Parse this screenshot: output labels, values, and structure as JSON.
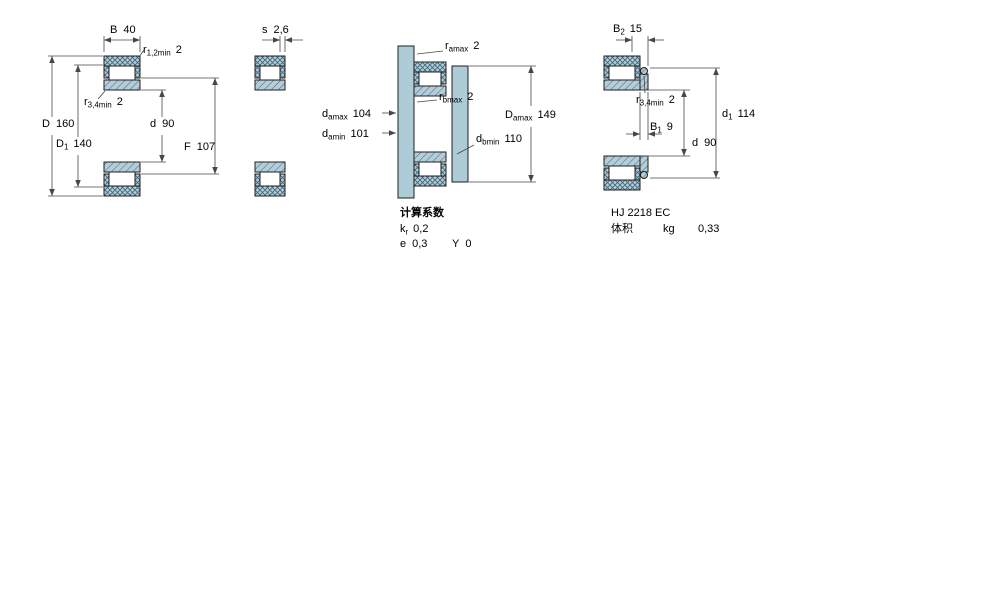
{
  "drawing": {
    "colors": {
      "ring_fill": "#aecbd8",
      "hatch_line": "#44687a",
      "outline": "#1f1f1f",
      "dimension_line": "#474747",
      "text": "#000000",
      "background": "#ffffff"
    },
    "fig1": {
      "B": {
        "sym": "B",
        "val": "40"
      },
      "r12": {
        "sym": "r",
        "sub": "1,2min",
        "val": "2"
      },
      "r34": {
        "sym": "r",
        "sub": "3,4min",
        "val": "2"
      },
      "D": {
        "sym": "D",
        "val": "160"
      },
      "D1": {
        "sym": "D",
        "sub": "1",
        "val": "140"
      },
      "d": {
        "sym": "d",
        "val": "90"
      },
      "F": {
        "sym": "F",
        "val": "107"
      }
    },
    "fig2": {
      "s": {
        "sym": "s",
        "val": "2,6"
      }
    },
    "fig3": {
      "ra": {
        "sym": "r",
        "sub": "amax",
        "val": "2"
      },
      "rb": {
        "sym": "r",
        "sub": "bmax",
        "val": "2"
      },
      "damax": {
        "sym": "d",
        "sub": "amax",
        "val": "104"
      },
      "damin": {
        "sym": "d",
        "sub": "amin",
        "val": "101"
      },
      "Damax": {
        "sym": "D",
        "sub": "amax",
        "val": "149"
      },
      "dbmin": {
        "sym": "d",
        "sub": "bmin",
        "val": "110"
      },
      "calc_title": "计算系数",
      "kr": {
        "sym": "k",
        "sub": "r",
        "val": "0,2"
      },
      "e": {
        "sym": "e",
        "val": "0,3"
      },
      "Y": {
        "sym": "Y",
        "val": "0"
      }
    },
    "fig4": {
      "B2": {
        "sym": "B",
        "sub": "2",
        "val": "15"
      },
      "r34": {
        "sym": "r",
        "sub": "3,4min",
        "val": "2"
      },
      "B1": {
        "sym": "B",
        "sub": "1",
        "val": "9"
      },
      "d1": {
        "sym": "d",
        "sub": "1",
        "val": "114"
      },
      "d": {
        "sym": "d",
        "val": "90"
      },
      "designation": "HJ 2218 EC",
      "mass_label": "体积",
      "mass_unit": "kg",
      "mass_value": "0,33"
    }
  }
}
